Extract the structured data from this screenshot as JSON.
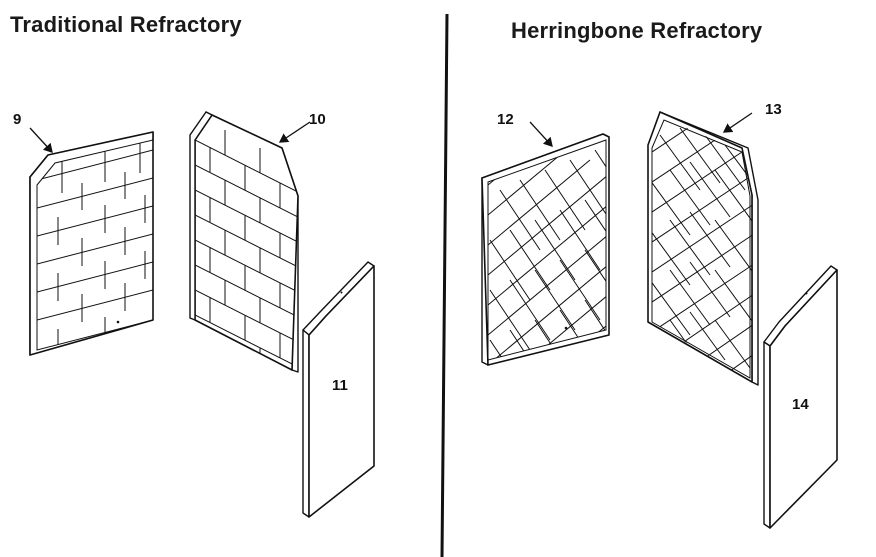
{
  "sections": {
    "left": {
      "title": "Traditional Refractory"
    },
    "right": {
      "title": "Herringbone Refractory"
    }
  },
  "callouts": {
    "p9": "9",
    "p10": "10",
    "p11": "11",
    "p12": "12",
    "p13": "13",
    "p14": "14"
  },
  "colors": {
    "line": "#111111",
    "background": "#ffffff"
  }
}
